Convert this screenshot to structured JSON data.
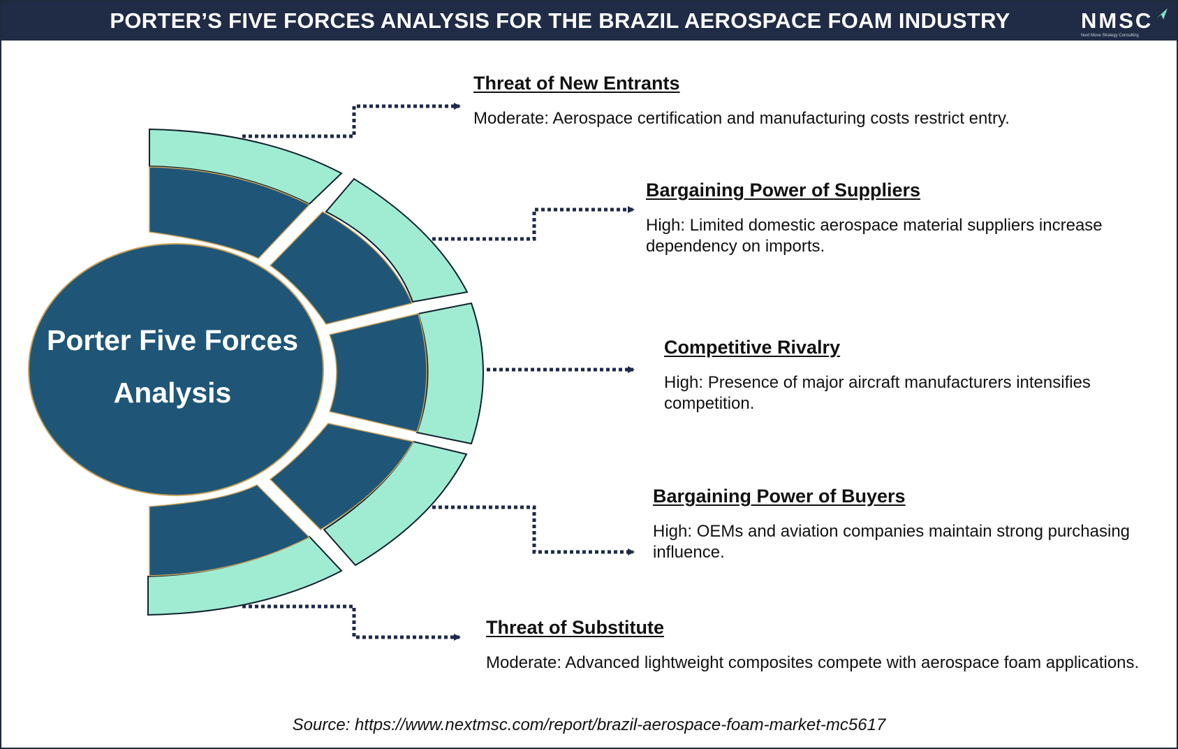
{
  "header": {
    "title": "PORTER’S FIVE FORCES ANALYSIS FOR THE BRAZIL AEROSPACE FOAM INDUSTRY",
    "logo_text": "NMSC",
    "logo_tagline": "Next Move Strategy Consulting"
  },
  "center": {
    "line1": "Porter Five Forces",
    "line2": "Analysis"
  },
  "forces": [
    {
      "title": "Threat of New Entrants",
      "description": "Moderate: Aerospace certification and manufacturing costs restrict entry."
    },
    {
      "title": "Bargaining Power of Suppliers",
      "description": "High: Limited domestic aerospace material suppliers increase dependency on imports."
    },
    {
      "title": "Competitive Rivalry",
      "description": "High: Presence of major aircraft manufacturers intensifies competition."
    },
    {
      "title": "Bargaining Power of Buyers",
      "description": "High: OEMs and aviation companies maintain strong purchasing influence."
    },
    {
      "title": "Threat of Substitute",
      "description": "Moderate: Advanced lightweight composites compete with aerospace foam applications."
    }
  ],
  "source": "Source: https://www.nextmsc.com/report/brazil-aerospace-foam-market-mc5617",
  "colors": {
    "header_bg": "#202b45",
    "dark_segment": "#1f5677",
    "light_segment": "#a0ecd3",
    "connector": "#1f2a4a"
  }
}
